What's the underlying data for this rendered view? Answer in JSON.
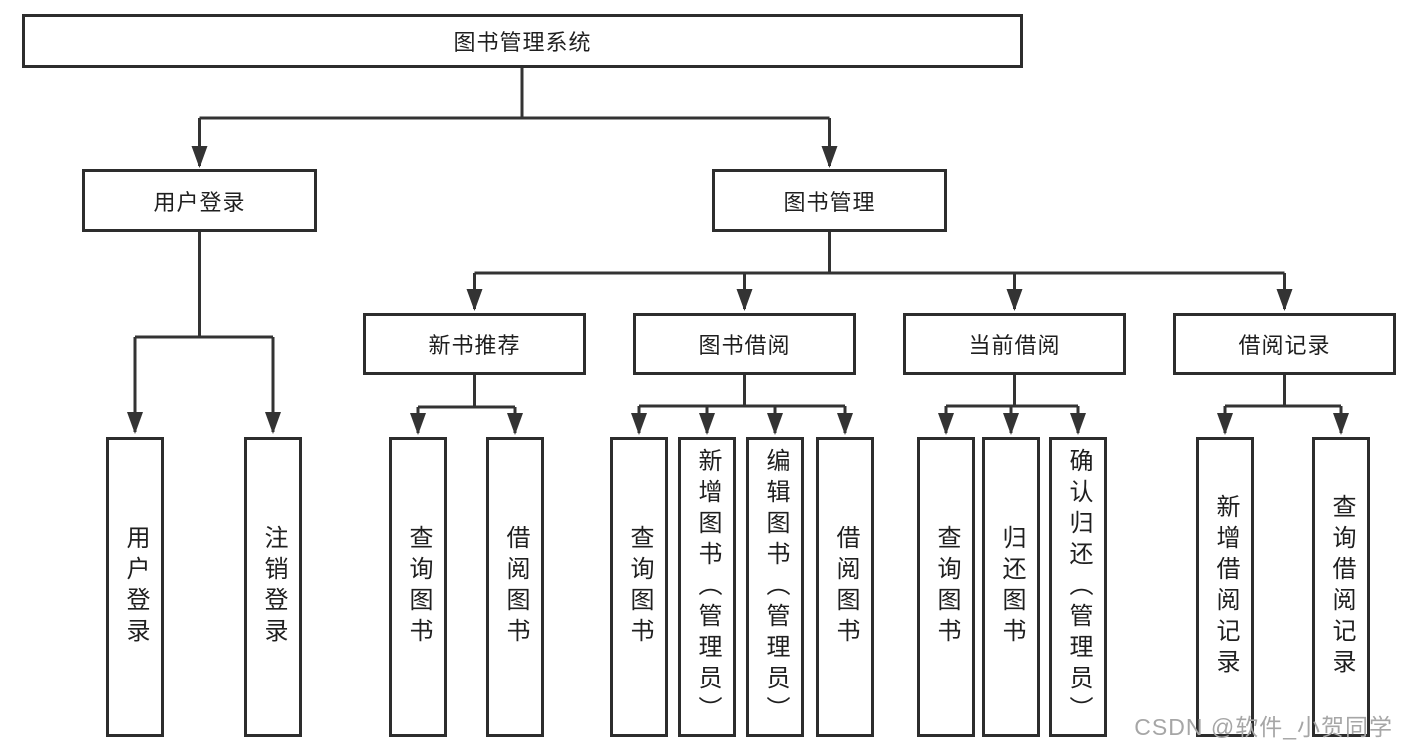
{
  "tree": {
    "label": "图书管理系统",
    "children": [
      {
        "label": "用户登录",
        "children": [
          {
            "label": "用户登录"
          },
          {
            "label": "注销登录"
          }
        ]
      },
      {
        "label": "图书管理",
        "children": [
          {
            "label": "新书推荐",
            "children": [
              {
                "label": "查询图书"
              },
              {
                "label": "借阅图书"
              }
            ]
          },
          {
            "label": "图书借阅",
            "children": [
              {
                "label": "查询图书"
              },
              {
                "label": "新增图书（管理员）"
              },
              {
                "label": "编辑图书（管理员）"
              },
              {
                "label": "借阅图书"
              }
            ]
          },
          {
            "label": "当前借阅",
            "children": [
              {
                "label": "查询图书"
              },
              {
                "label": "归还图书"
              },
              {
                "label": "确认归还（管理员）"
              }
            ]
          },
          {
            "label": "借阅记录",
            "children": [
              {
                "label": "新增借阅记录"
              },
              {
                "label": "查询借阅记录"
              }
            ]
          }
        ]
      }
    ]
  },
  "watermark": "CSDN @软件_小贺同学",
  "colors": {
    "line": "#333333",
    "box_border": "#2d2d2d",
    "box_background": "#ffffff",
    "text": "#1f1f1f",
    "watermark": "#a6a6a6"
  }
}
